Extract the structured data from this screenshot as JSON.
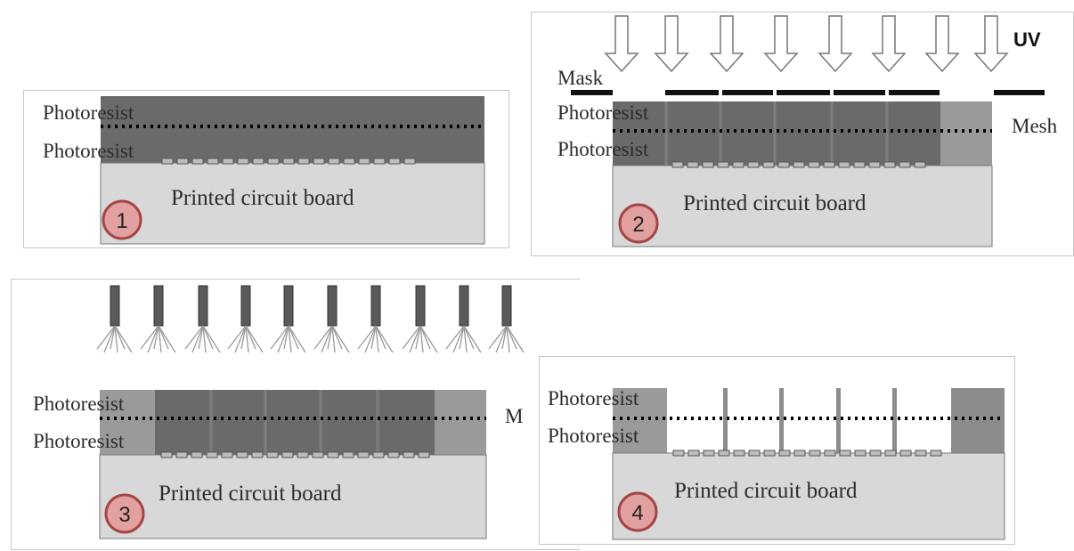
{
  "panels": [
    {
      "step": "1",
      "labels": {
        "photoresist_top": "Photoresist",
        "photoresist_bottom": "Photoresist",
        "board": "Printed circuit board"
      }
    },
    {
      "step": "2",
      "labels": {
        "photoresist_top": "Photoresist",
        "photoresist_bottom": "Photoresist",
        "board": "Printed circuit board",
        "mask": "Mask",
        "mesh": "Mesh",
        "uv": "UV"
      }
    },
    {
      "step": "3",
      "labels": {
        "photoresist_top": "Photoresist",
        "photoresist_bottom": "Photoresist",
        "board": "Printed circuit board",
        "mesh_cut": "M"
      }
    },
    {
      "step": "4",
      "labels": {
        "photoresist_top": "Photoresist",
        "photoresist_bottom": "Photoresist",
        "board": "Printed circuit board"
      }
    }
  ],
  "colors": {
    "resist_dark": "#6a6a6a",
    "resist_light": "#9a9a9a",
    "board": "#d8d8d8",
    "badge_fill": "#e3a0a0",
    "badge_stroke": "#a34545",
    "mask": "#111111"
  }
}
